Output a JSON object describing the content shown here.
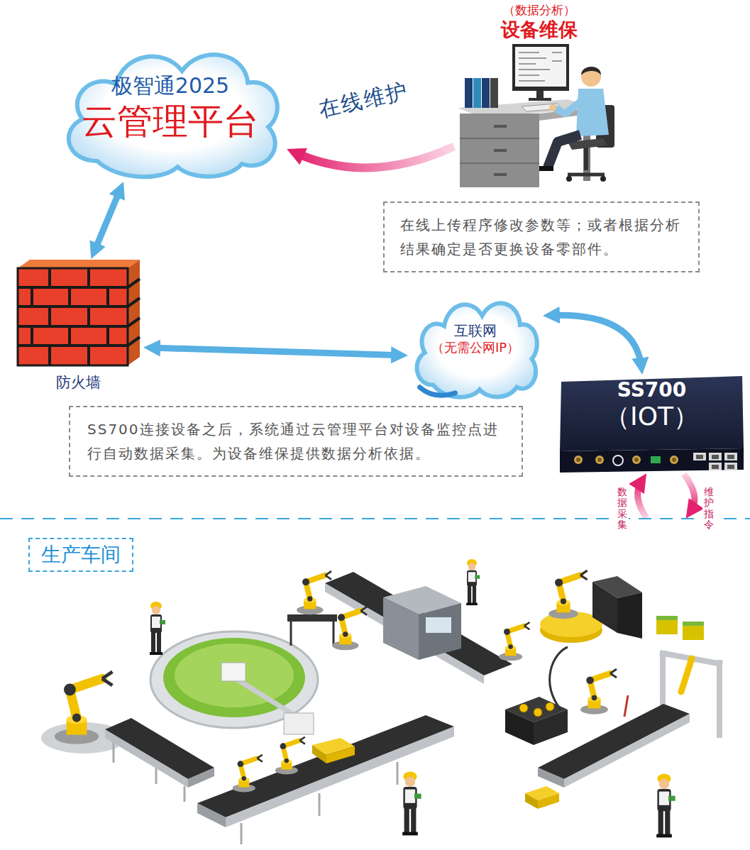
{
  "diagram": {
    "nodes": [
      {
        "text": [
          "极智通2025",
          "云管理平台"
        ]
      },
      {
        "text": [
          "（数据分析）",
          "设备维保"
        ]
      },
      {
        "text": [
          "在线上传程序修改参数等；或者根据分析结果确定是否更换设备零部件。"
        ]
      },
      {
        "text": [
          "防火墙"
        ]
      },
      {
        "text": [
          "互联网",
          "（无需公网IP）"
        ]
      },
      {
        "text": [
          "SS700",
          "（IOT）"
        ]
      },
      {
        "text": [
          "SS700连接设备之后，系统通过云管理平台对设备监控点进行自动数据采集。为设备维保提供数据分析依据。"
        ]
      },
      {
        "text": [
          "生产车间"
        ]
      }
    ],
    "edges": [
      {
        "from": 1,
        "to": 0,
        "arrow": "to",
        "label": "在线维护"
      },
      {
        "from": 0,
        "to": 3,
        "arrow": "both"
      },
      {
        "from": 3,
        "to": 4,
        "arrow": "both"
      },
      {
        "from": 4,
        "to": 5,
        "arrow": "both"
      },
      {
        "from": 7,
        "to": 5,
        "arrow": "to",
        "label": "数据采集"
      },
      {
        "from": 5,
        "to": 7,
        "arrow": "to",
        "label": "维护指令"
      }
    ]
  }
}
